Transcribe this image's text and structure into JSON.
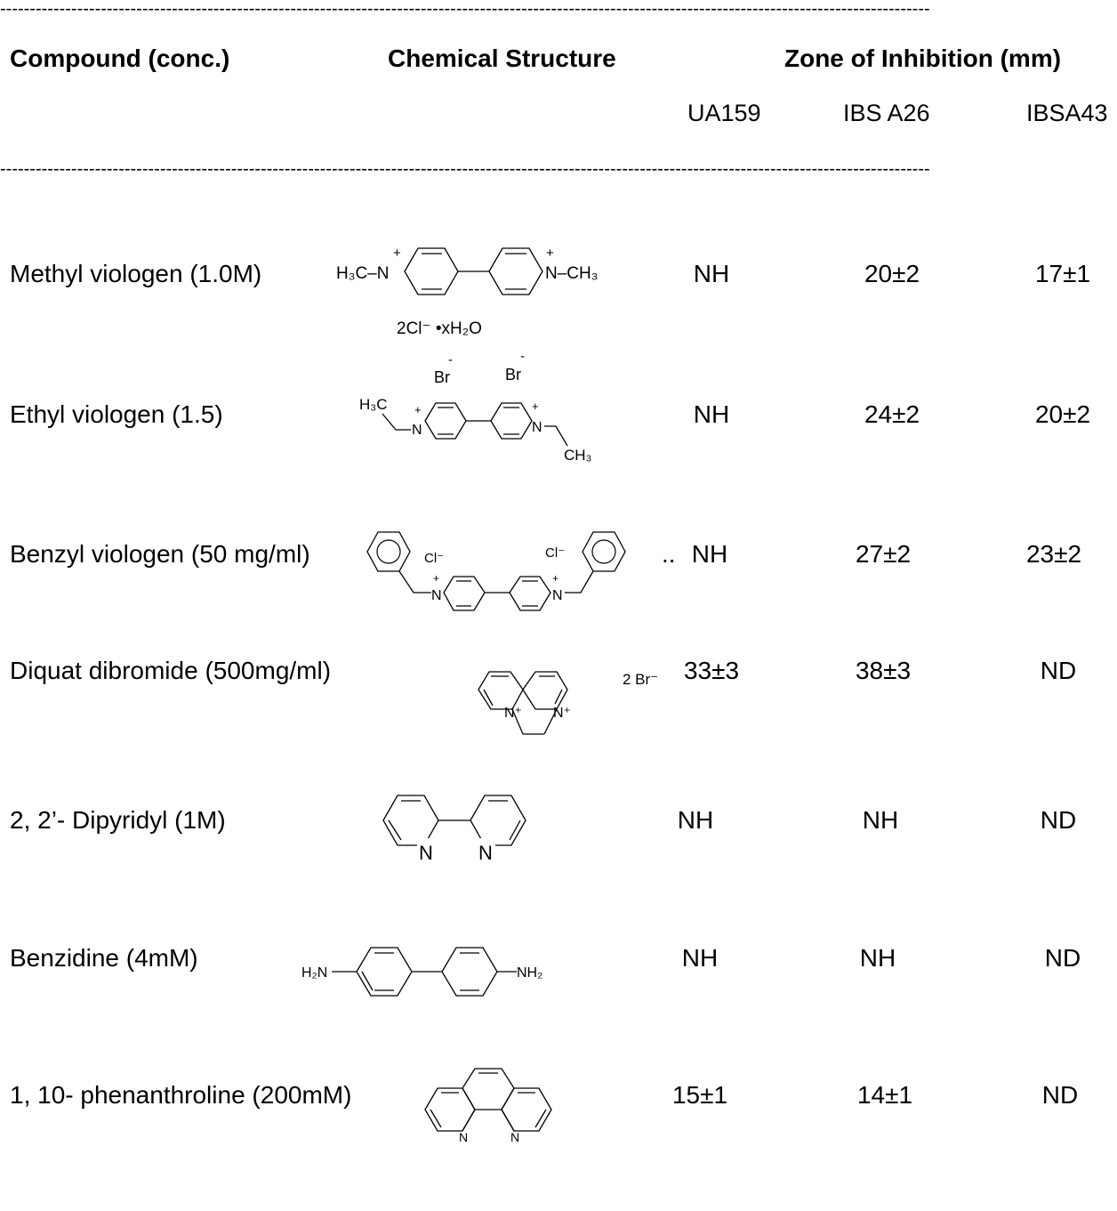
{
  "rule": "-------------------------------------------------------------------------------------------------------------------------------------------------------------",
  "headers": {
    "compound": "Compound (conc.)",
    "structure": "Chemical Structure",
    "zone": "Zone of Inhibition (mm)",
    "strains": [
      "UA159",
      "IBS A26",
      "IBSA43"
    ]
  },
  "rows": [
    {
      "name": "Methyl viologen (1.0M)",
      "values": [
        "NH",
        "20±2",
        "17±1"
      ]
    },
    {
      "name": "Ethyl viologen (1.5)",
      "values": [
        "NH",
        "24±2",
        "20±2"
      ]
    },
    {
      "name": "Benzyl  viologen  (50  mg/ml)",
      "values": [
        "NH",
        "27±2",
        "23±2"
      ]
    },
    {
      "name": "Diquat dibromide  (500mg/ml)",
      "values": [
        "33±3",
        "38±3",
        "ND"
      ]
    },
    {
      "name": "2, 2’- Dipyridyl  (1M)",
      "values": [
        "NH",
        "NH",
        "ND"
      ]
    },
    {
      "name": "Benzidine  (4mM)",
      "values": [
        "NH",
        "NH",
        "ND"
      ]
    },
    {
      "name": "1, 10- phenanthroline   (200mM)",
      "values": [
        "15±1",
        "14±1",
        "ND"
      ]
    }
  ],
  "structure_labels": {
    "methyl": {
      "left": "H₃C–N",
      "right": "N–CH₃",
      "plus": "+",
      "counter": "2Cl⁻   •xH₂O"
    },
    "ethyl": {
      "br": "Br",
      "minus": "-",
      "h3c": "H₃C",
      "n": "N",
      "ch3": "CH₃",
      "plus": "+"
    },
    "benzyl": {
      "cl": "Cl⁻",
      "n": "N",
      "plus": "+",
      "dots": ".."
    },
    "diquat": {
      "n": "N⁺",
      "counter": "2 Br⁻"
    },
    "dipyridyl": {
      "n": "N"
    },
    "benzidine": {
      "left": "H₂N",
      "right": "NH₂"
    },
    "phen": {
      "n": "N"
    }
  }
}
